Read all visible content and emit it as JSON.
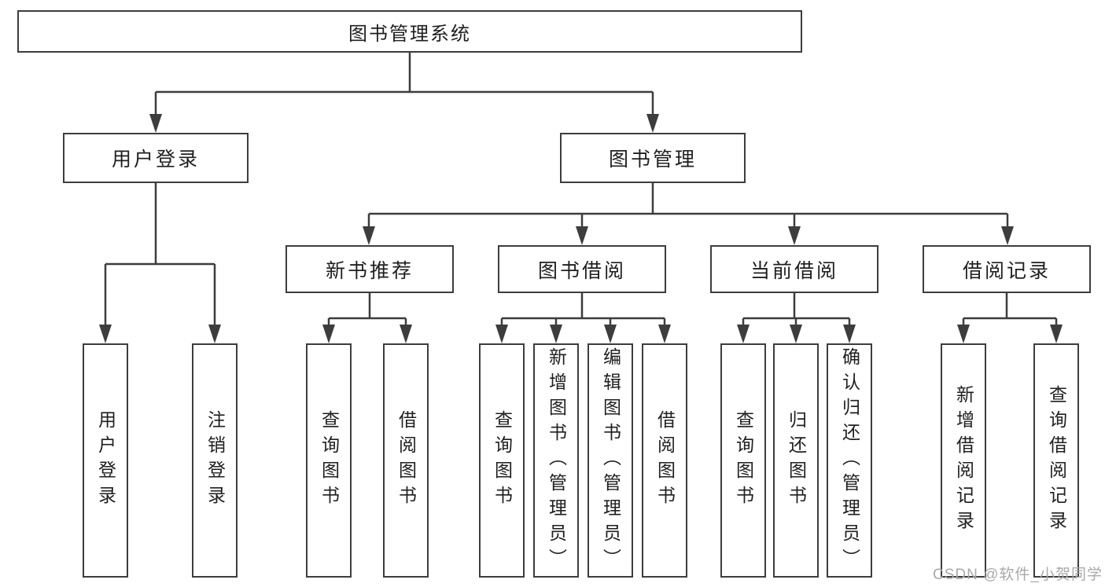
{
  "tree": {
    "root": {
      "label": "图书管理系统"
    },
    "branches": [
      {
        "label": "用户登录",
        "children": [
          {
            "label": "用户登录"
          },
          {
            "label": "注销登录"
          }
        ]
      },
      {
        "label": "图书管理",
        "children": [
          {
            "label": "新书推荐",
            "children": [
              {
                "label": "查询图书"
              },
              {
                "label": "借阅图书"
              }
            ]
          },
          {
            "label": "图书借阅",
            "children": [
              {
                "label": "查询图书"
              },
              {
                "label": "新增图书（管理员）"
              },
              {
                "label": "编辑图书（管理员）"
              },
              {
                "label": "借阅图书"
              }
            ]
          },
          {
            "label": "当前借阅",
            "children": [
              {
                "label": "查询图书"
              },
              {
                "label": "归还图书"
              },
              {
                "label": "确认归还（管理员）"
              }
            ]
          },
          {
            "label": "借阅记录",
            "children": [
              {
                "label": "新增借阅记录"
              },
              {
                "label": "查询借阅记录"
              }
            ]
          }
        ]
      }
    ]
  },
  "watermark": "CSDN @软件_小贺同学",
  "colors": {
    "line": "#3d3d3d",
    "box_border": "#3d3d3d",
    "text": "#1f1f1f",
    "watermark": "#a9a9a9",
    "background": "#ffffff"
  }
}
